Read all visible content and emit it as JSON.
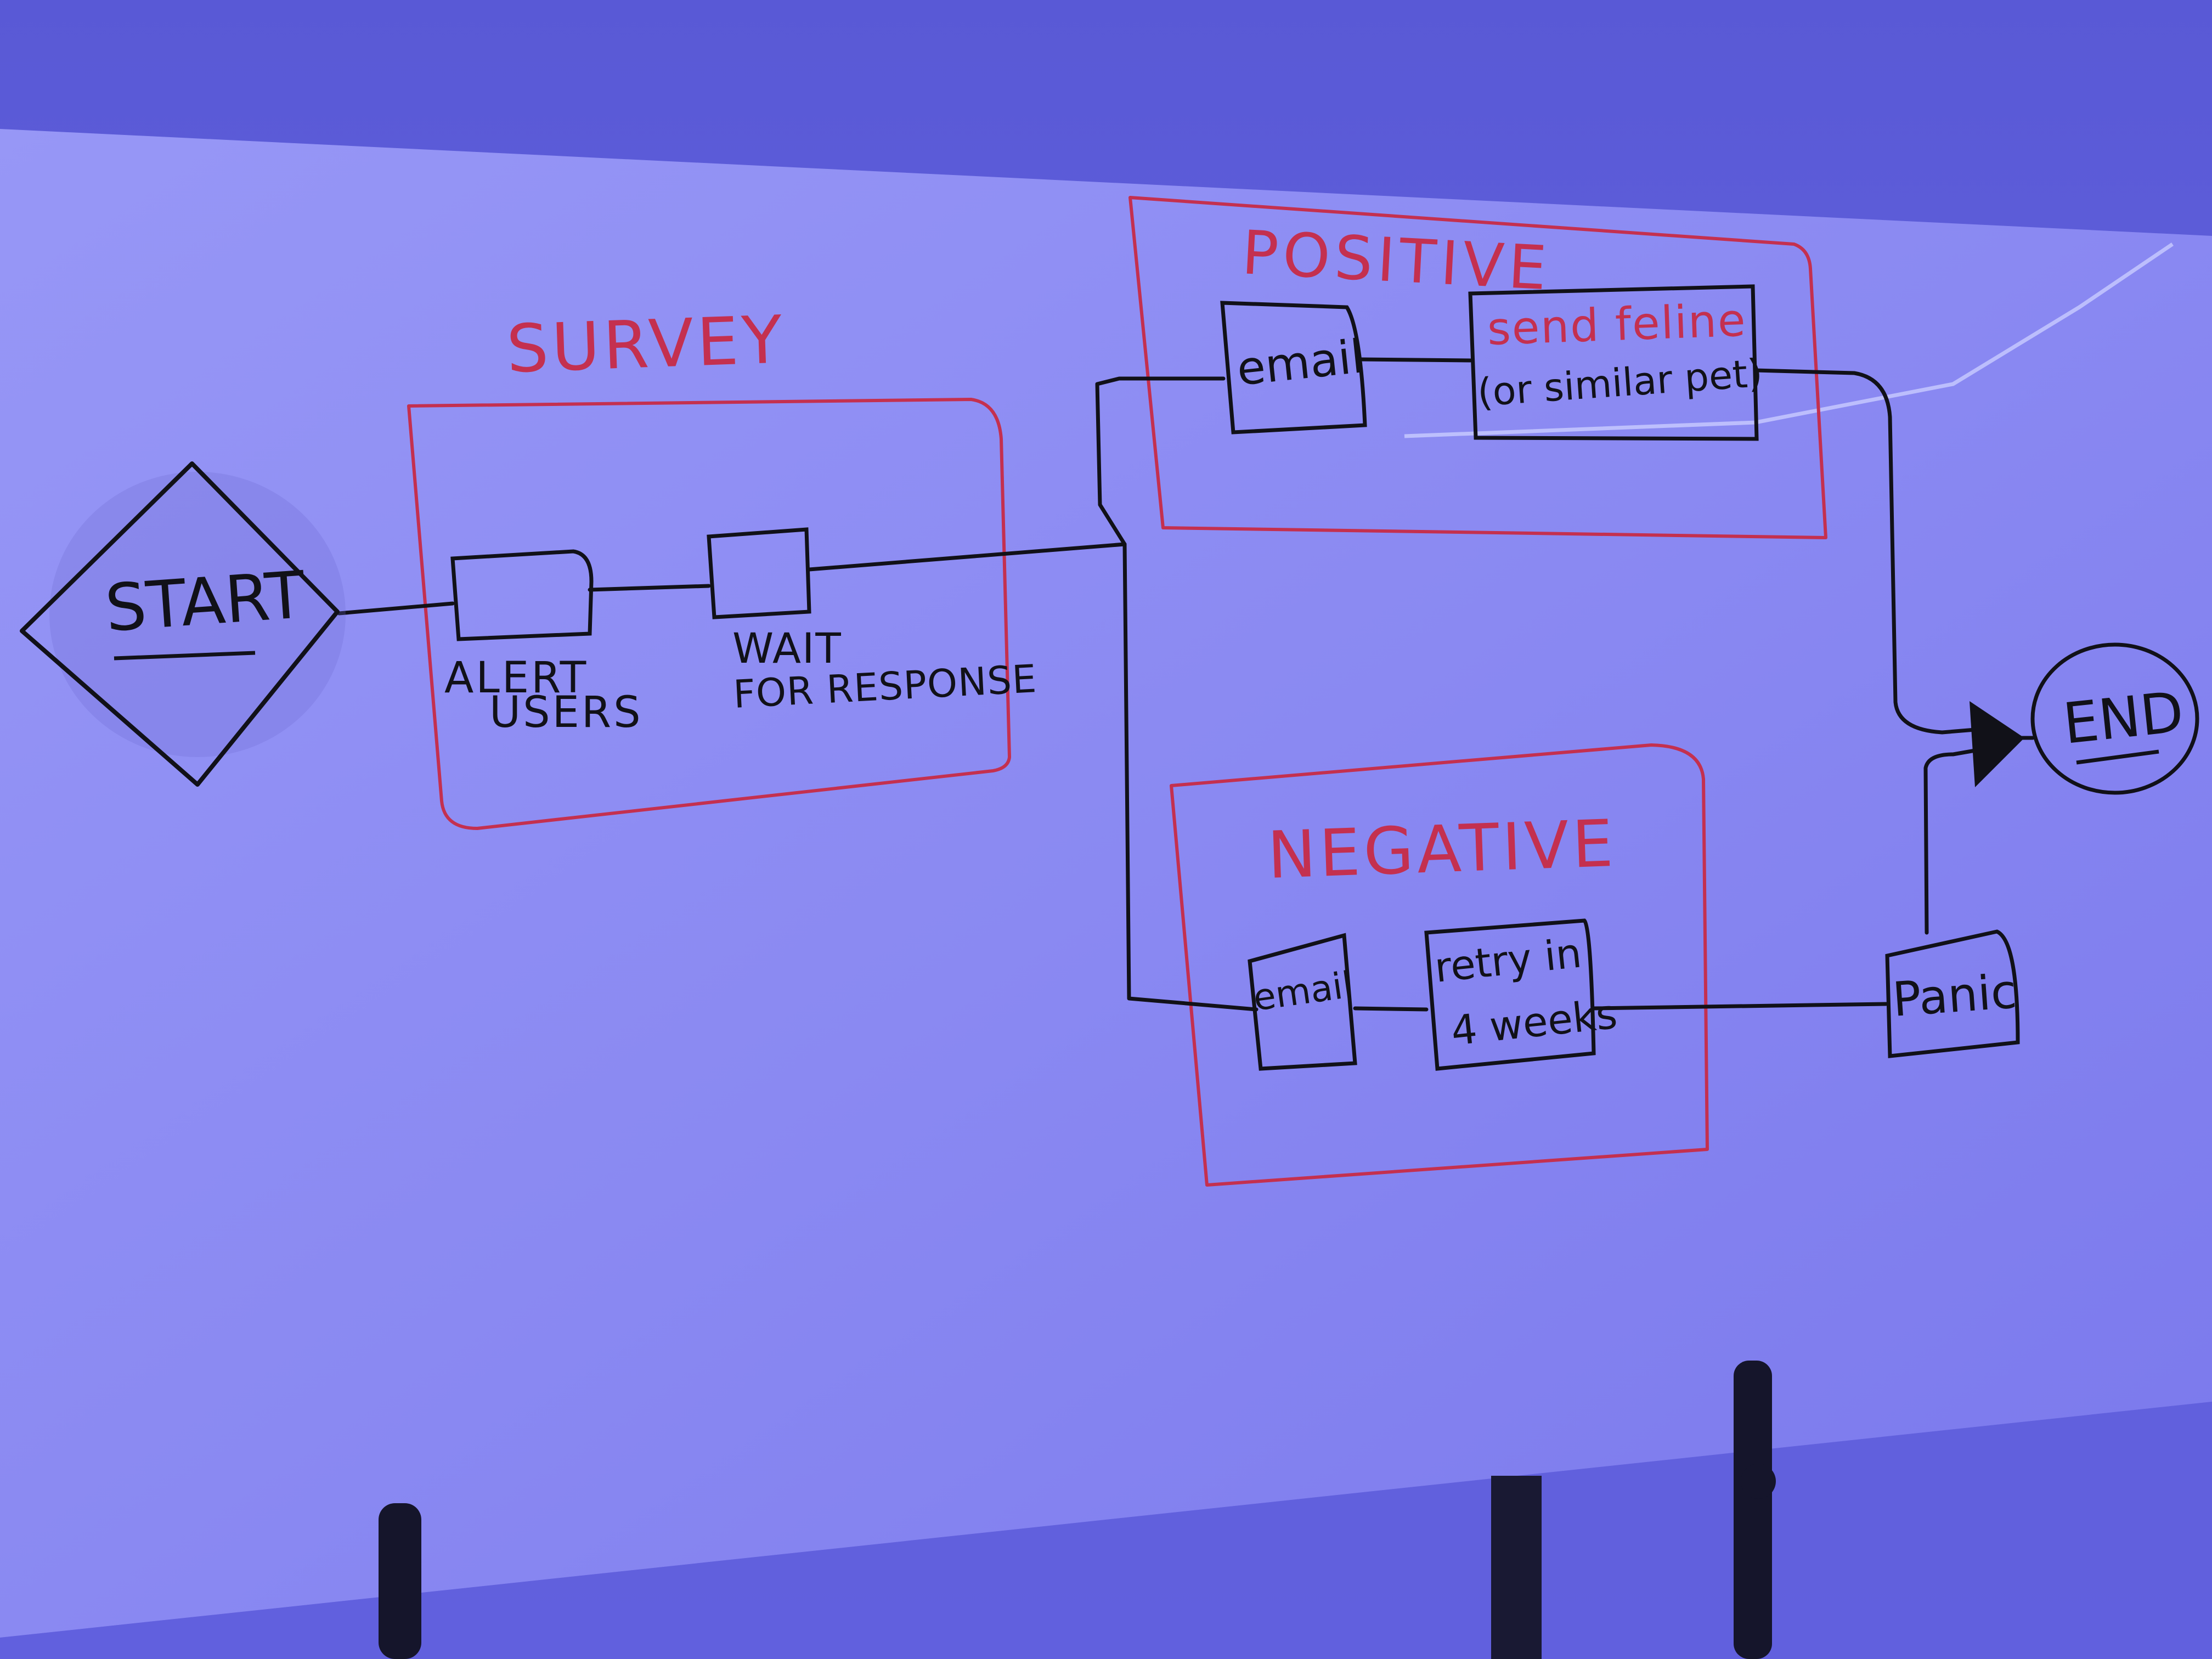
{
  "diagram": {
    "start": {
      "label": "START"
    },
    "end": {
      "label": "END"
    },
    "groups": {
      "survey": {
        "title": "SURVEY",
        "steps": {
          "alert_users": {
            "label_line1": "ALERT",
            "label_line2": "USERS"
          },
          "wait_for_response": {
            "label_line1": "WAIT",
            "label_line2": "FOR RESPONSE"
          }
        }
      },
      "positive": {
        "title": "POSITIVE",
        "steps": {
          "email": {
            "label": "email"
          },
          "send_feline": {
            "label_line1": "send feline",
            "label_line2": "(or similar pet)"
          }
        }
      },
      "negative": {
        "title": "NEGATIVE",
        "steps": {
          "email": {
            "label": "email"
          },
          "retry": {
            "label_line1": "retry in",
            "label_line2": "4 weeks"
          }
        }
      }
    },
    "panic": {
      "label": "Panic"
    }
  },
  "colors": {
    "board": "#8887f3",
    "wall": "#5b5bd8",
    "ink_black": "#111118",
    "ink_red": "#c4304f"
  }
}
